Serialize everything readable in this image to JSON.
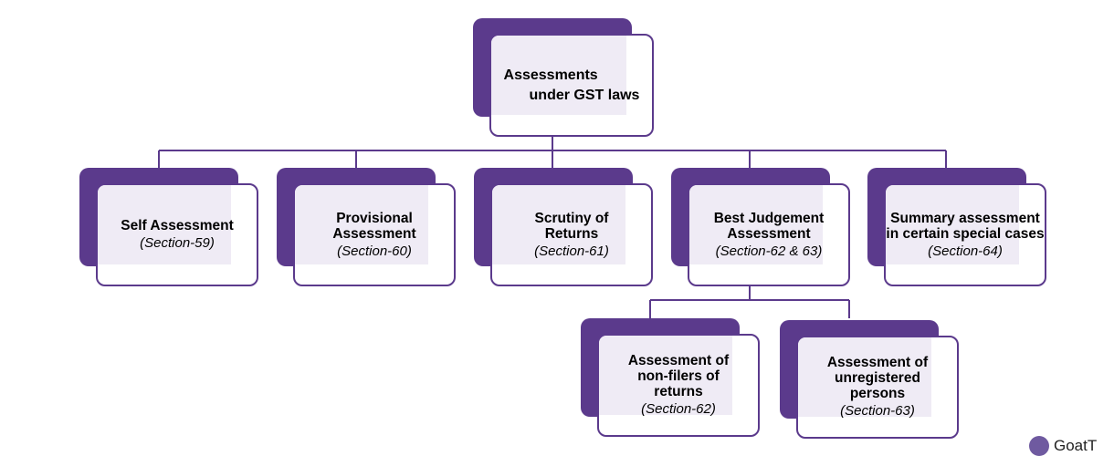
{
  "diagram": {
    "root": {
      "title_line1": "Assessments",
      "title_line2": "under GST laws"
    },
    "level1": [
      {
        "title": "Self Assessment",
        "section": "(Section-59)"
      },
      {
        "title": "Provisional Assessment",
        "section": "(Section-60)"
      },
      {
        "title": "Scrutiny of Returns",
        "section": "(Section-61)"
      },
      {
        "title": "Best Judgement Assessment",
        "section": "(Section-62 & 63)"
      },
      {
        "title": "Summary assessment in certain special  cases",
        "section": "(Section-64)"
      }
    ],
    "level2": [
      {
        "title": "Assessment of non-filers of returns",
        "section": "(Section-62)"
      },
      {
        "title": "Assessment of unregistered persons",
        "section": "(Section-63)"
      }
    ]
  },
  "brand": {
    "text": "GoatT"
  },
  "colors": {
    "accent": "#5b3a8c",
    "fade": "#e7e1f0"
  },
  "icons": {
    "brand_logo": "goat-logo-icon"
  }
}
